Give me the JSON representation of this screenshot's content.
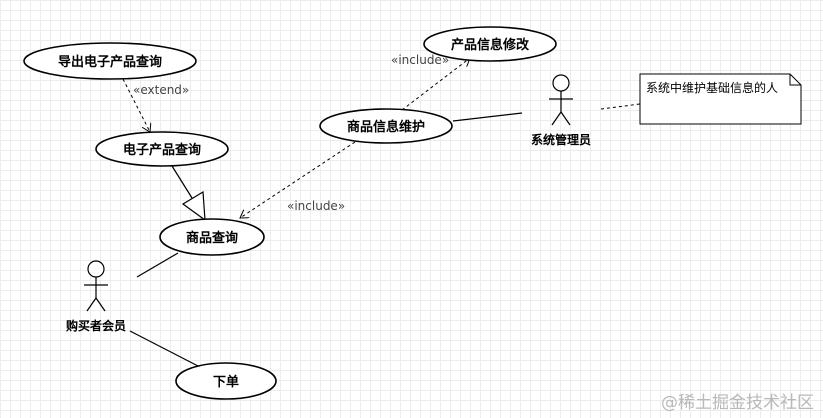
{
  "use_cases": {
    "export": "导出电子产品查询",
    "electronic_query": "电子产品查询",
    "product_query": "商品查询",
    "maintain_info": "商品信息维护",
    "modify_info": "产品信息修改",
    "order": "下单"
  },
  "actors": {
    "buyer": "购买者会员",
    "admin": "系统管理员"
  },
  "stereotypes": {
    "extend": "«extend»",
    "include_top": "«include»",
    "include_mid": "«include»"
  },
  "note": "系统中维护基础信息的人",
  "watermark": "@稀土掘金技术社区"
}
